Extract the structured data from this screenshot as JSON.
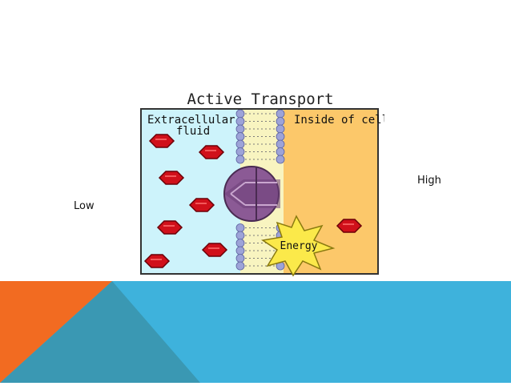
{
  "slide": {
    "label_high": "High",
    "label_low": "Low"
  },
  "diagram": {
    "title": "Active Transport",
    "extracellular_label_line1": "Extracellular",
    "extracellular_label_line2": "fluid",
    "inside_label": "Inside of cell",
    "energy_label": "Energy",
    "colors": {
      "extracellular": "#cdf3fb",
      "inside_cell": "#fcc86a",
      "membrane": "#f8f4c0",
      "lipid_head": "#9da3d8",
      "protein": "#8b5a95",
      "molecule": "#d0101a",
      "energy_star": "#fbe94a"
    }
  },
  "footer": {
    "colors": {
      "blue": "#3eb2dc",
      "orange": "#f26b21",
      "teal": "#3a98b3"
    }
  }
}
